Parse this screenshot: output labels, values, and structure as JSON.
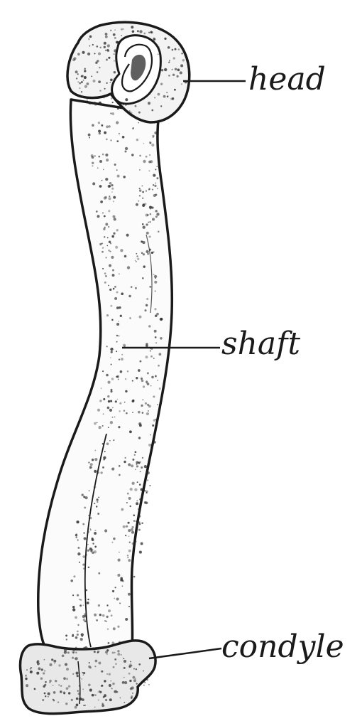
{
  "labels": {
    "head": "head",
    "shaft": "shaft",
    "condyle": "condyle"
  },
  "colors": {
    "ink": "#1a1a1a",
    "paper": "#ffffff",
    "stipple": "#2a2a2a"
  }
}
